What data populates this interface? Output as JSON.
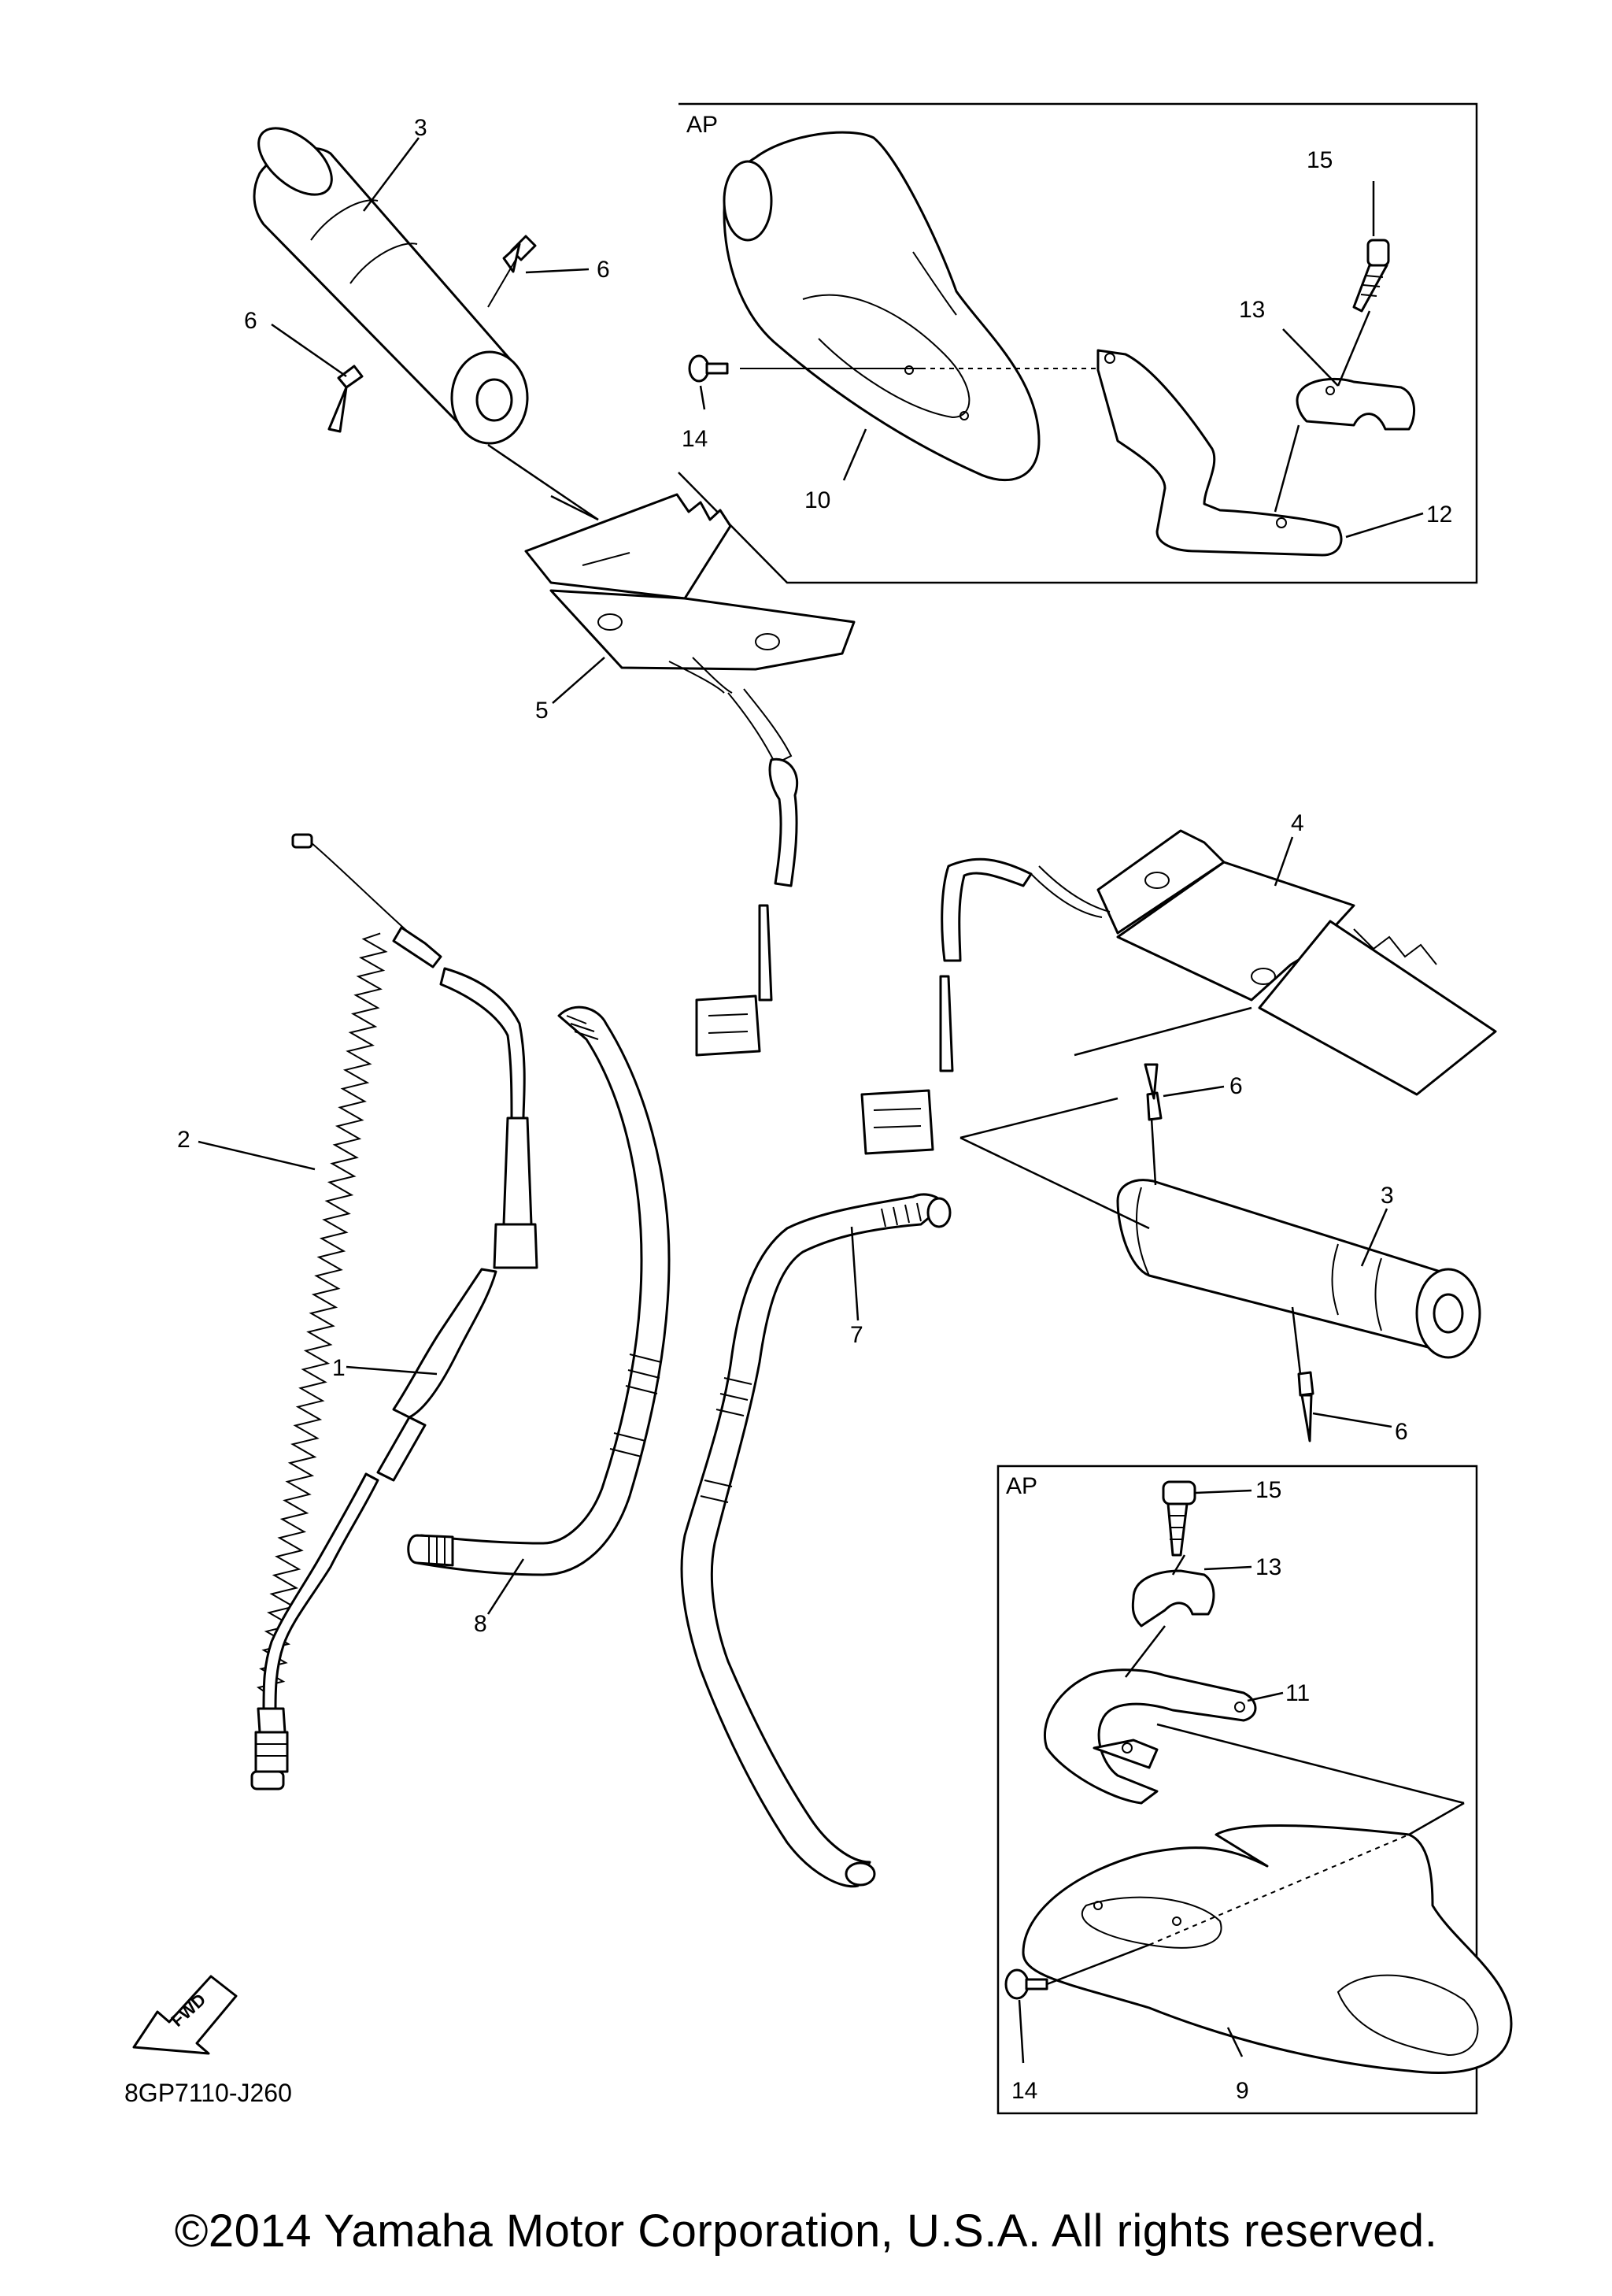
{
  "panels": {
    "top_label": "AP",
    "bottom_label": "AP"
  },
  "callouts": [
    {
      "id": "c-3-top",
      "text": "3"
    },
    {
      "id": "c-6-a",
      "text": "6"
    },
    {
      "id": "c-6-b",
      "text": "6"
    },
    {
      "id": "c-5",
      "text": "5"
    },
    {
      "id": "c-15-top",
      "text": "15"
    },
    {
      "id": "c-13-top",
      "text": "13"
    },
    {
      "id": "c-14-top",
      "text": "14"
    },
    {
      "id": "c-10",
      "text": "10"
    },
    {
      "id": "c-12",
      "text": "12"
    },
    {
      "id": "c-4",
      "text": "4"
    },
    {
      "id": "c-6-c",
      "text": "6"
    },
    {
      "id": "c-3-right",
      "text": "3"
    },
    {
      "id": "c-6-d",
      "text": "6"
    },
    {
      "id": "c-2",
      "text": "2"
    },
    {
      "id": "c-1",
      "text": "1"
    },
    {
      "id": "c-7",
      "text": "7"
    },
    {
      "id": "c-8",
      "text": "8"
    },
    {
      "id": "c-15-bot",
      "text": "15"
    },
    {
      "id": "c-13-bot",
      "text": "13"
    },
    {
      "id": "c-11",
      "text": "11"
    },
    {
      "id": "c-14-bot",
      "text": "14"
    },
    {
      "id": "c-9",
      "text": "9"
    }
  ],
  "fwd_label": "FWD",
  "part_code": "8GP7110-J260",
  "copyright": "©2014 Yamaha Motor Corporation, U.S.A. All rights reserved."
}
